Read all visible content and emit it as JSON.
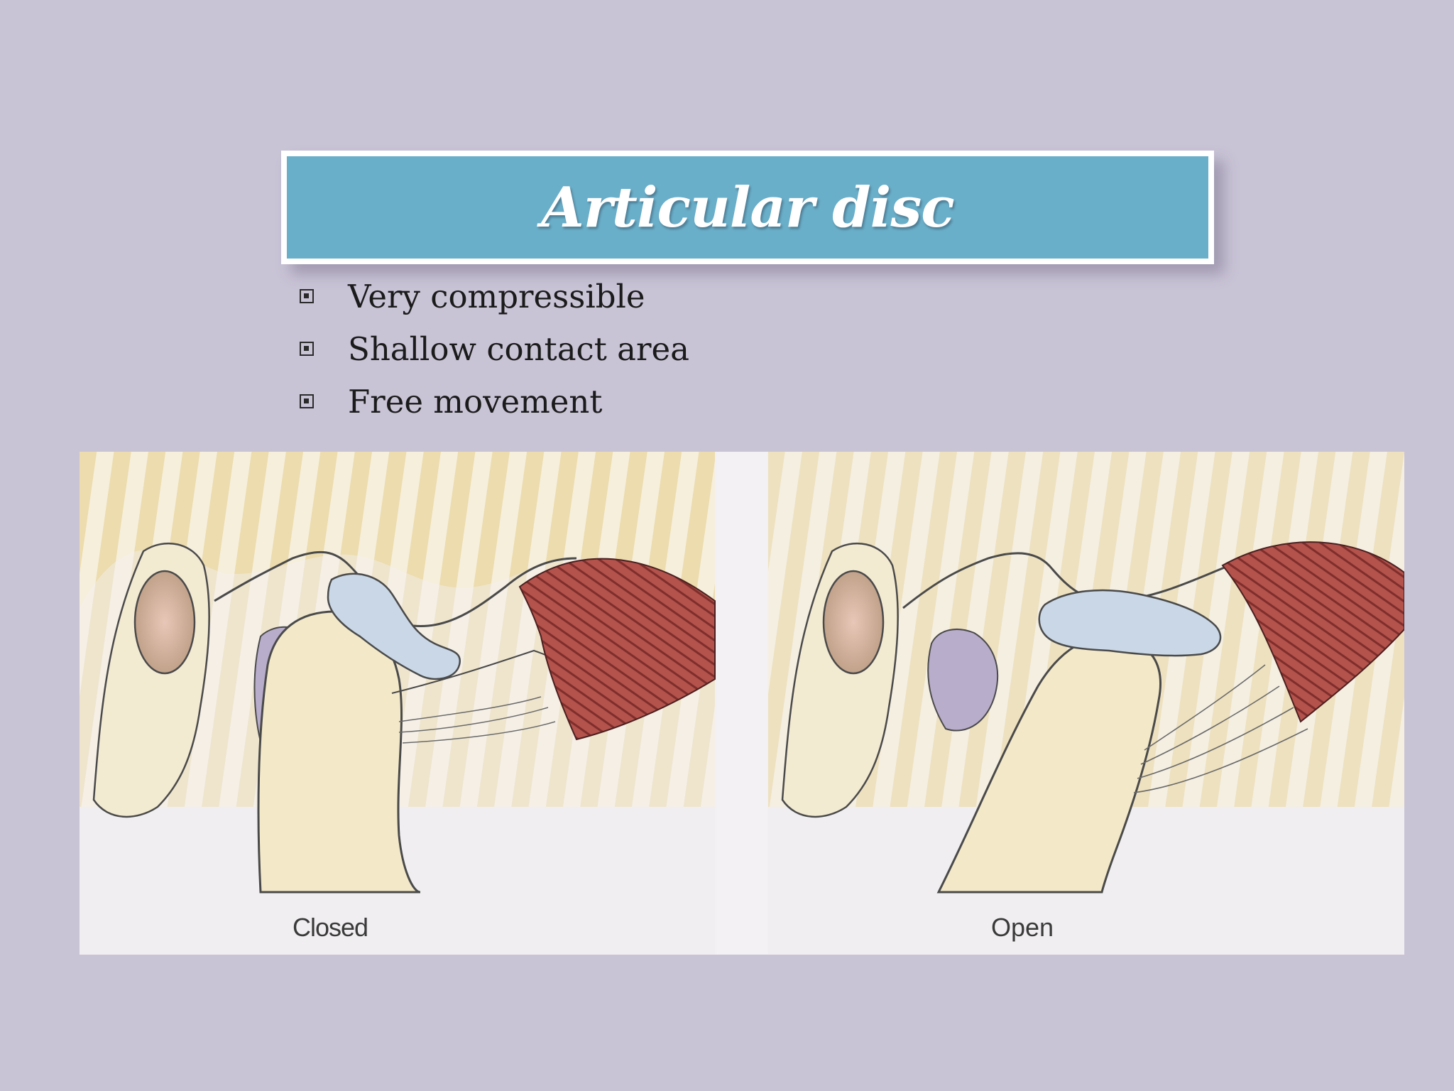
{
  "slide": {
    "title": "Articular disc",
    "bullets": [
      "Very compressible",
      "Shallow contact area",
      "Free movement"
    ]
  },
  "figure": {
    "labels": {
      "closed": "Closed",
      "open": "Open"
    }
  },
  "colors": {
    "background": "#c9c3d6",
    "title_fill": "#6aafc9",
    "title_border": "#ffffff",
    "bone_stripe": "#efe1b8",
    "disc": "#c7d6e6",
    "muscle": "#b04a45",
    "synovial": "#b3a6c6"
  }
}
